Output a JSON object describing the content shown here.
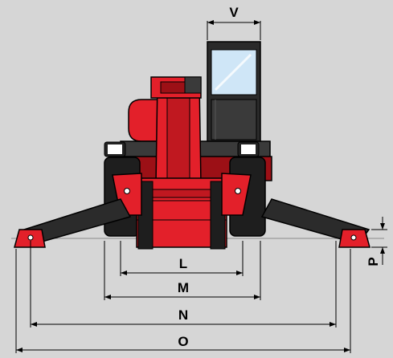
{
  "dimensions": {
    "v": "V",
    "l": "L",
    "m": "M",
    "n": "N",
    "o": "O",
    "p": "P"
  },
  "colors": {
    "background": "#d6d6d6",
    "machine_red": "#e3202a",
    "machine_dark_red": "#9c1016",
    "tire": "#1e1e1e",
    "outrigger": "#2b2b2b",
    "glass": "#cfe6f7",
    "line": "#000000"
  }
}
